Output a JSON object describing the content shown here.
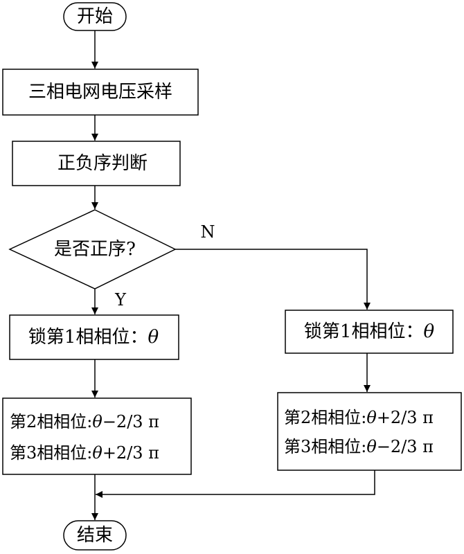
{
  "start": {
    "label": "开始"
  },
  "sampling": {
    "label": "三相电网电压采样"
  },
  "sequence_judge": {
    "label": "正负序判断"
  },
  "decision": {
    "label": "是否正序?",
    "yes_label": "Y",
    "no_label": "N"
  },
  "left_branch": {
    "lock": {
      "text": "锁第1相相位：",
      "symbol": "θ"
    },
    "phase2": {
      "text": "第2相相位:",
      "symbol": "θ",
      "suffix": "−2/3 π"
    },
    "phase3": {
      "text": "第3相相位:",
      "symbol": "θ",
      "suffix": "+2/3 π"
    }
  },
  "right_branch": {
    "lock": {
      "text": "锁第1相相位：",
      "symbol": "θ"
    },
    "phase2": {
      "text": "第2相相位:",
      "symbol": "θ",
      "suffix": "+2/3 π"
    },
    "phase3": {
      "text": "第3相相位:",
      "symbol": "θ",
      "suffix": "−2/3 π"
    }
  },
  "end": {
    "label": "结束"
  }
}
